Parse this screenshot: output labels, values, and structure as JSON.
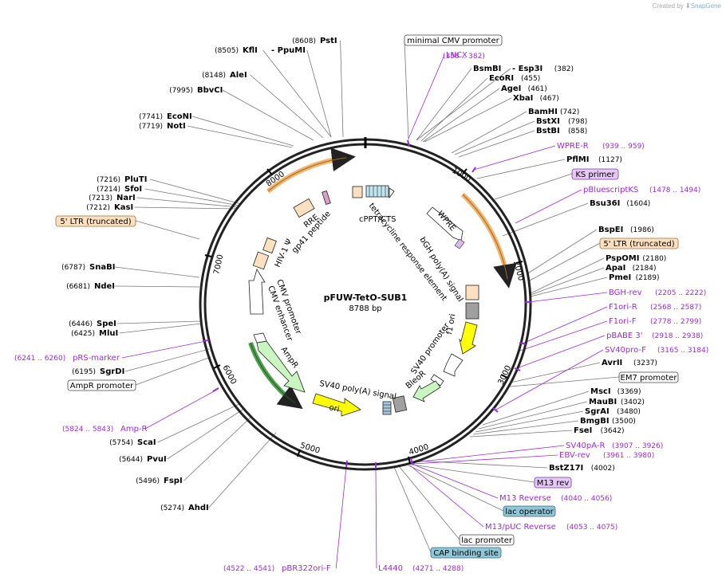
{
  "branding": {
    "created_by": "Created by",
    "product": "SnapGene"
  },
  "plasmid": {
    "name": "pFUW-TetO-SUB1",
    "length": "8788 bp"
  },
  "colors": {
    "primer": "#9a2bd8",
    "enzyme": "#000000",
    "orange_feature": "#f4b26b",
    "green_feature": "#4ea04e",
    "yellow_feature": "#ffff00"
  },
  "ticks": [
    "1000",
    "2000",
    "3000",
    "4000",
    "5000",
    "6000",
    "7000",
    "8000"
  ],
  "sites": [
    {
      "name": "PstI",
      "pos": "(8608)"
    },
    {
      "name": "KflI",
      "pos": "(8505)"
    },
    {
      "name": "- PpuMI",
      "pos": ""
    },
    {
      "name": "AleI",
      "pos": "(8148)"
    },
    {
      "name": "BbvCI",
      "pos": "(7995)"
    },
    {
      "name": "EcoNI",
      "pos": "(7741)"
    },
    {
      "name": "NotI",
      "pos": "(7719)"
    },
    {
      "name": "PluTI",
      "pos": "(7216)"
    },
    {
      "name": "SfoI",
      "pos": "(7214)"
    },
    {
      "name": "NarI",
      "pos": "(7213)"
    },
    {
      "name": "KasI",
      "pos": "(7212)"
    },
    {
      "name": "SnaBI",
      "pos": "(6787)"
    },
    {
      "name": "NdeI",
      "pos": "(6681)"
    },
    {
      "name": "SpeI",
      "pos": "(6446)"
    },
    {
      "name": "MluI",
      "pos": "(6425)"
    },
    {
      "name": "SgrDI",
      "pos": "(6195)"
    },
    {
      "name": "ScaI",
      "pos": "(5754)"
    },
    {
      "name": "PvuI",
      "pos": "(5644)"
    },
    {
      "name": "FspI",
      "pos": "(5496)"
    },
    {
      "name": "AhdI",
      "pos": "(5274)"
    },
    {
      "name": "BsmBI",
      "pos": ""
    },
    {
      "name": "- Esp3I",
      "pos": "(382)"
    },
    {
      "name": "EcoRI",
      "pos": "(455)"
    },
    {
      "name": "AgeI",
      "pos": "(461)"
    },
    {
      "name": "XbaI",
      "pos": "(467)"
    },
    {
      "name": "BamHI",
      "pos": "(742)"
    },
    {
      "name": "BstXI",
      "pos": "(798)"
    },
    {
      "name": "BstBI",
      "pos": "(858)"
    },
    {
      "name": "PflMI",
      "pos": "(1127)"
    },
    {
      "name": "Bsu36I",
      "pos": "(1604)"
    },
    {
      "name": "BspEI",
      "pos": "(1986)"
    },
    {
      "name": "PspOMI",
      "pos": "(2180)"
    },
    {
      "name": "ApaI",
      "pos": "(2184)"
    },
    {
      "name": "PmeI",
      "pos": "(2189)"
    },
    {
      "name": "AvrII",
      "pos": "(3237)"
    },
    {
      "name": "MscI",
      "pos": "(3369)"
    },
    {
      "name": "MauBI",
      "pos": "(3402)"
    },
    {
      "name": "SgrAI",
      "pos": "(3480)"
    },
    {
      "name": "BmgBI",
      "pos": "(3500)"
    },
    {
      "name": "FseI",
      "pos": "(3642)"
    },
    {
      "name": "BstZ17I",
      "pos": "(4002)"
    }
  ],
  "primers": [
    {
      "name": "LNCX",
      "pos": "(358 .. 382)"
    },
    {
      "name": "WPRE-R",
      "pos": "(939 .. 959)"
    },
    {
      "name": "pBluescriptKS",
      "pos": "(1478 .. 1494)"
    },
    {
      "name": "BGH-rev",
      "pos": "(2205 .. 2222)"
    },
    {
      "name": "F1ori-R",
      "pos": "(2568 .. 2587)"
    },
    {
      "name": "F1ori-F",
      "pos": "(2778 .. 2799)"
    },
    {
      "name": "pBABE 3'",
      "pos": "(2918 .. 2938)"
    },
    {
      "name": "SV40pro-F",
      "pos": "(3165 .. 3184)"
    },
    {
      "name": "SV40pA-R",
      "pos": "(3907 .. 3926)"
    },
    {
      "name": "EBV-rev",
      "pos": "(3961 .. 3980)"
    },
    {
      "name": "M13 Reverse",
      "pos": "(4040 .. 4056)"
    },
    {
      "name": "M13/pUC Reverse",
      "pos": "(4053 .. 4075)"
    },
    {
      "name": "L4440",
      "pos": "(4271 .. 4288)"
    },
    {
      "name": "pBR322ori-F",
      "pos": "(4522 .. 4541)"
    },
    {
      "name": "Amp-R",
      "pos": "(5824 .. 5843)"
    },
    {
      "name": "pRS-marker",
      "pos": "(6241 .. 6260)"
    }
  ],
  "boxed": [
    {
      "name": "minimal CMV promoter"
    },
    {
      "name": "KS primer"
    },
    {
      "name": "5' LTR (truncated)"
    },
    {
      "name": "EM7 promoter"
    },
    {
      "name": "M13 rev"
    },
    {
      "name": "lac operator"
    },
    {
      "name": "lac promoter"
    },
    {
      "name": "CAP binding site"
    },
    {
      "name": "5' LTR (truncated)"
    },
    {
      "name": "AmpR promoter"
    }
  ],
  "features": [
    "tetracycline response element",
    "cPPT/CTS",
    "WPRE",
    "bGH poly(A) signal",
    "f1 ori",
    "SV40 promoter",
    "BleoR",
    "SV40 poly(A) signal",
    "ori",
    "AmpR",
    "CMV enhancer",
    "CMV promoter",
    "HIV-1 Ψ",
    "RRE",
    "gp41 peptide"
  ]
}
